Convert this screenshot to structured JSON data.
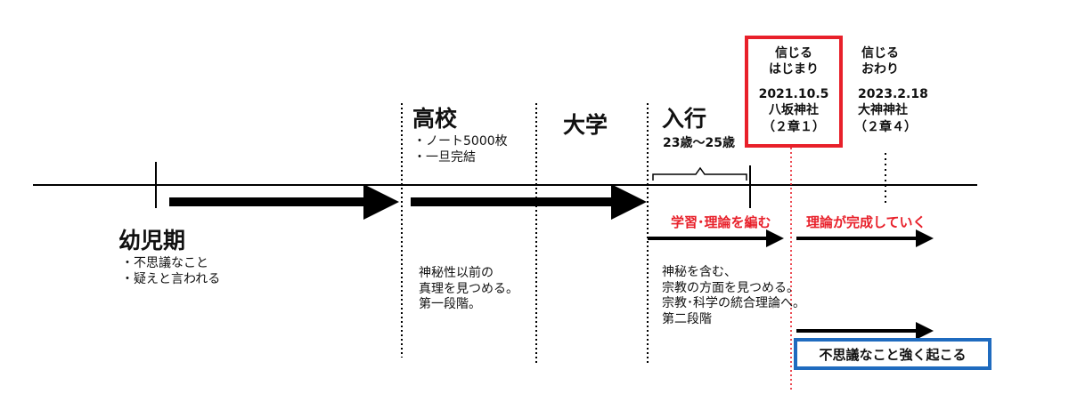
{
  "stages": {
    "early_childhood": {
      "title": "幼児期",
      "notes": "・不思議なこと\n・疑えと言われる"
    },
    "high_school": {
      "title": "高校",
      "notes": "・ノート5000枚\n・一旦完結",
      "below": "神秘性以前の\n真理を見つめる。\n第一段階。"
    },
    "university": {
      "title": "大学"
    },
    "nyugyo": {
      "title": "入行",
      "age": "23歳～25歳",
      "below": "神秘を含む、\n宗教の方面を見つめる。\n宗教･科学の統合理論へ。\n第二段階"
    }
  },
  "milestones": {
    "belief_start": {
      "label": "信じる\nはじまり",
      "date": "2021.10.5",
      "place": "八坂神社",
      "chapter": "（２章１）"
    },
    "belief_end": {
      "label": "信じる\nおわり",
      "date": "2023.2.18",
      "place": "大神神社",
      "chapter": "（２章４）"
    }
  },
  "arrows": {
    "compile_theory": "学習･理論を編む",
    "theory_completes": "理論が完成していく",
    "strange_events": "不思議なこと強く起こる"
  },
  "colors": {
    "line": "#000000",
    "accent_red": "#e8202a",
    "accent_blue": "#1f6bbf"
  }
}
